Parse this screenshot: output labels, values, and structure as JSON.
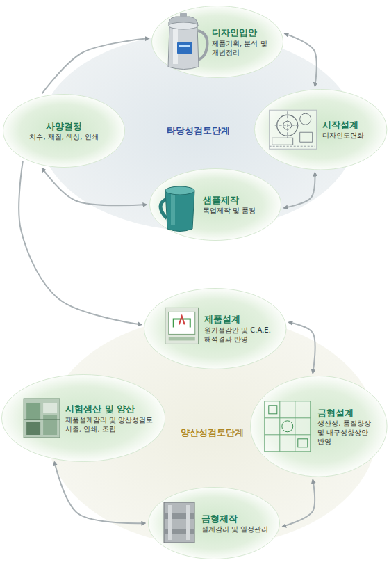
{
  "diagram": {
    "nodes": [
      {
        "text": [
          "타당성검토단계"
        ]
      },
      {
        "text": [
          "디자인입안",
          "제품기획, 분석 및 개념정리"
        ],
        "in": 0
      },
      {
        "text": [
          "시작설계",
          "디자인도면화"
        ],
        "in": 0
      },
      {
        "text": [
          "샘플제작",
          "목업제작 및 품평"
        ],
        "in": 0
      },
      {
        "text": [
          "사양결정",
          "치수, 재질, 색상, 인쇄"
        ],
        "in": 0
      },
      {
        "text": [
          "양산성검토단계"
        ]
      },
      {
        "text": [
          "제품설계",
          "원가절감안 및 C.A.E. 해석결과 반영"
        ],
        "in": 5
      },
      {
        "text": [
          "금형설계",
          "생산성, 품질향상 및 내구성향상안 반영"
        ],
        "in": 5
      },
      {
        "text": [
          "금형제작",
          "설계감리 및 일정관리"
        ],
        "in": 5
      },
      {
        "text": [
          "시험생산 및 양산",
          "제품설계감리 및 양산성검토 사출, 인쇄, 조립"
        ],
        "in": 5
      }
    ],
    "edges": [
      {
        "from": 4,
        "to": 1,
        "arrow": "to"
      },
      {
        "from": 1,
        "to": 2,
        "arrow": "both"
      },
      {
        "from": 2,
        "to": 3,
        "arrow": "both"
      },
      {
        "from": 3,
        "to": 4,
        "arrow": "both"
      },
      {
        "from": 4,
        "to": 6,
        "arrow": "to"
      },
      {
        "from": 6,
        "to": 7,
        "arrow": "both"
      },
      {
        "from": 7,
        "to": 8,
        "arrow": "both"
      },
      {
        "from": 8,
        "to": 9,
        "arrow": "both"
      }
    ]
  }
}
